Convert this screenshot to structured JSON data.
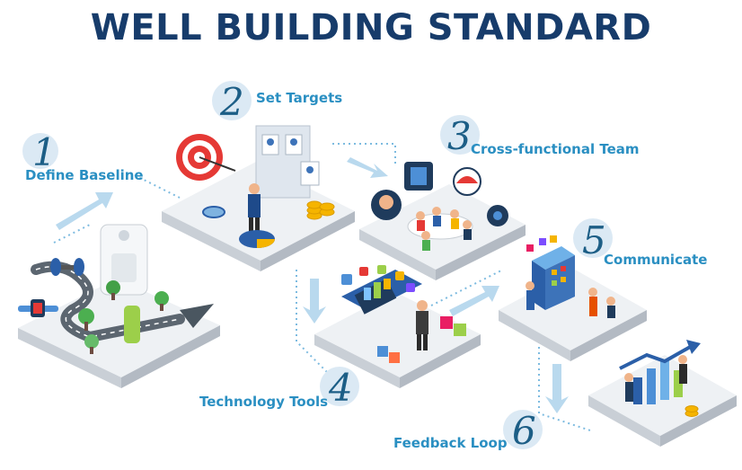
{
  "title": "WELL BUILDING STANDARD",
  "steps": [
    {
      "number": "1",
      "label": "Define Baseline"
    },
    {
      "number": "2",
      "label": "Set Targets"
    },
    {
      "number": "3",
      "label": "Cross-functional Team"
    },
    {
      "number": "4",
      "label": "Technology Tools"
    },
    {
      "number": "5",
      "label": "Communicate"
    },
    {
      "number": "6",
      "label": "Feedback Loop"
    }
  ],
  "colors": {
    "title": "#173c6b",
    "label": "#2a8fc2",
    "number": "#1c5e86",
    "badge": "#dbe9f4",
    "platform_top": "#eef1f4",
    "platform_side": "#c9cfd6",
    "arrow": "#b9d9ee",
    "dots": "#7dbbe0"
  }
}
